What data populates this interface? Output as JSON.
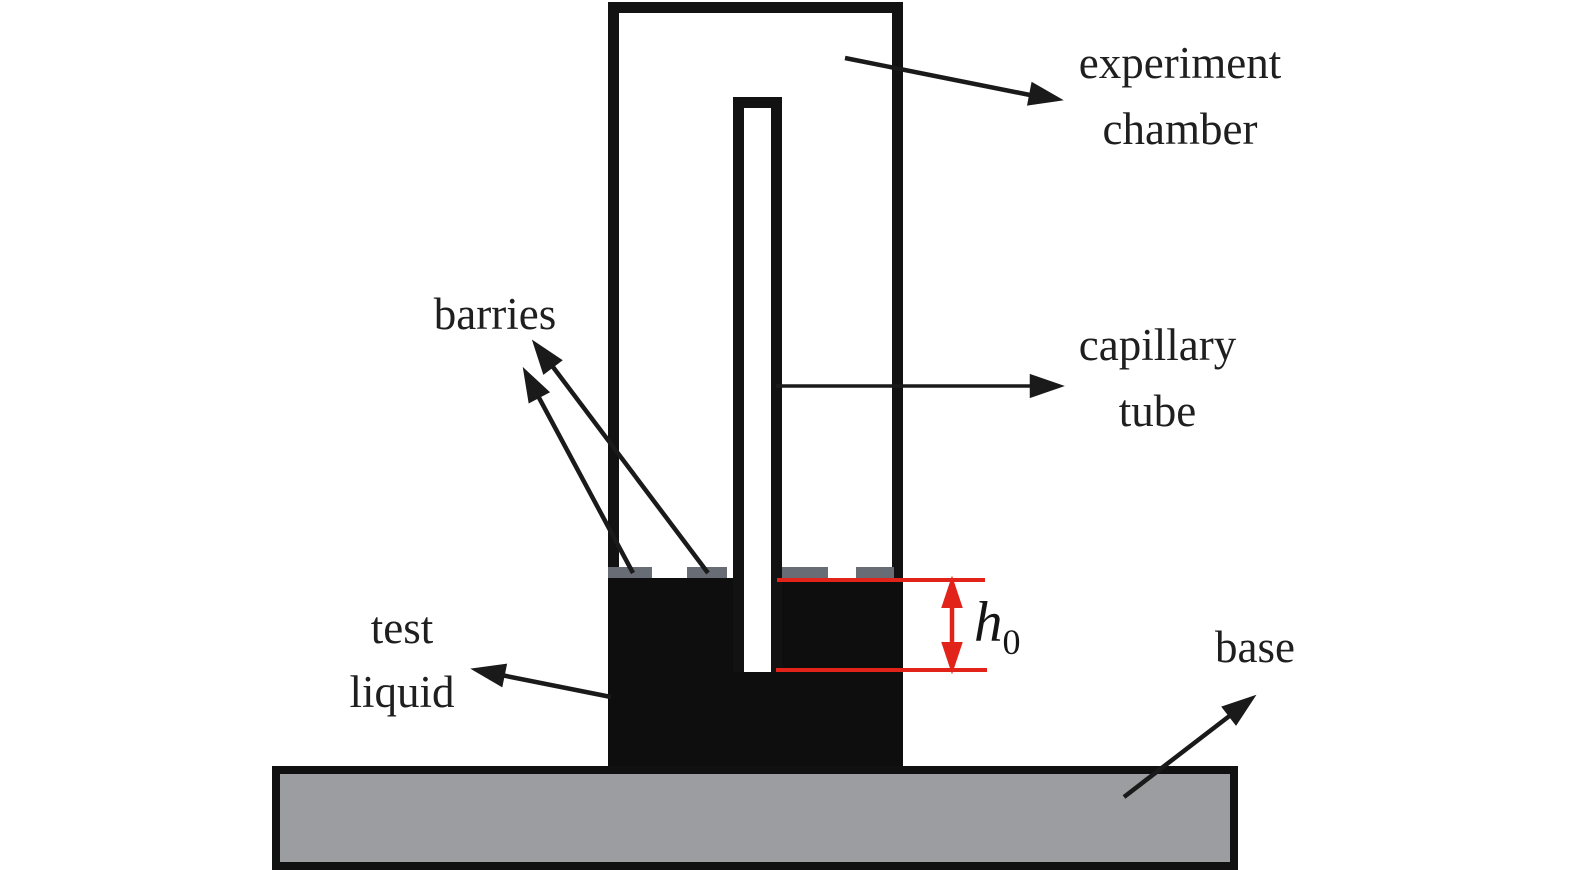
{
  "figure": {
    "title": "capillary experiment setup schematic",
    "labels": {
      "experiment_chamber": {
        "line1": "experiment",
        "line2": "chamber"
      },
      "capillary_tube": {
        "line1": "capillary",
        "line2": "tube"
      },
      "barriers": {
        "text": "barries"
      },
      "test_liquid": {
        "line1": "test",
        "line2": "liquid"
      },
      "base": {
        "text": "base"
      },
      "h0": {
        "symbol": "h",
        "subscript": "0"
      }
    },
    "colors": {
      "outline_black": "#121212",
      "liquid_black": "#0e0e0e",
      "barrier_gray": "#686c74",
      "base_gray": "#9b9da0",
      "annotation_red": "#e2231a",
      "background": "#ffffff"
    }
  }
}
